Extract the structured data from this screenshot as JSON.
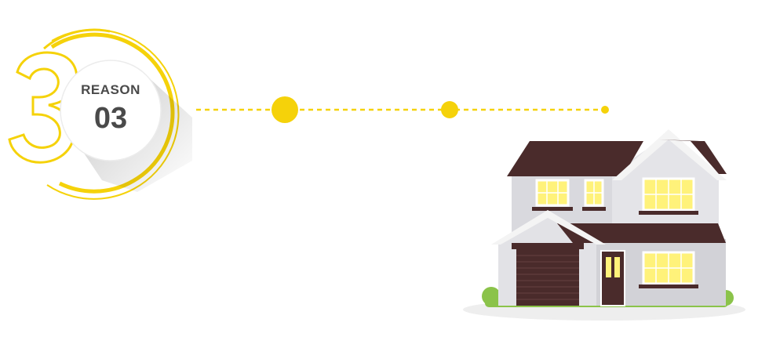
{
  "badge": {
    "label": "REASON",
    "number": "03"
  },
  "colors": {
    "accent": "#f5d20a",
    "badge_text": "#4a4a4a",
    "roof": "#4a2b2b",
    "wall": "#d9d9de",
    "window_glow": "#fff27a",
    "grass": "#8bc34a"
  },
  "icons": {
    "numeral_outline": "number-3-outline-icon",
    "house_illustration": "house-illustration"
  }
}
